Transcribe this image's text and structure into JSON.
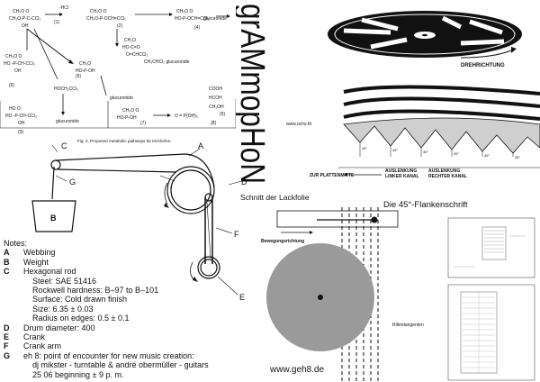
{
  "title": "grAMmopHoN",
  "chem": {
    "caption": "Fig. 2. Proposed metabolic pathways for trichlorfon.",
    "ref": "www.ochs.fd",
    "labels": {
      "glucuronide_1": "glucuronide",
      "glucuronide_2": "glucuronide",
      "glucuronide_3": "glucuronide",
      "n1": "(1)",
      "n2": "(2)",
      "n3": "(3)",
      "n4": "(4)",
      "n5": "(5)",
      "n6": "(6)",
      "n7": "(7)",
      "n8": "(8)",
      "n9": "(9)"
    }
  },
  "record": {
    "direction_label": "DREHRICHTUNG"
  },
  "groove_diagram": {
    "label_center": "ZUR PLATTENMITTE",
    "label_left": "AUSLENKUNG LINKER KANAL",
    "label_right": "AUSLENKUNG RECHTER KANAL",
    "label_left_line1": "AUSLENKUNG",
    "label_left_line2": "LINKER KANAL",
    "label_right_line1": "AUSLENKUNG",
    "label_right_line2": "RECHTER KANAL"
  },
  "lacquer_caption": "Schnitt der Lackfolie",
  "flank_caption": "Die 45°-Flankenschrift",
  "cutter": {
    "motion_label": "Bewegungsrichtung",
    "tangent_label": "Rillentangenten",
    "url": "www.geh8.de"
  },
  "mechanism": {
    "labels": {
      "A": "A",
      "B": "B",
      "C": "C",
      "D": "D",
      "E": "E",
      "F": "F",
      "G": "G"
    }
  },
  "notes": {
    "heading": "Notes:",
    "items": [
      {
        "key": "A",
        "text": "Webbing"
      },
      {
        "key": "B",
        "text": "Weight"
      },
      {
        "key": "C",
        "text": "Hexagonal rod"
      }
    ],
    "rod_details": [
      "Steel: SAE 51416",
      "Rockwell hardness: B–97 to B–101",
      "Surface: Cold drawn finish",
      "Size: 6.35 ± 0.03",
      "Radius on edges: 0.5 ± 0.1"
    ],
    "items2": [
      {
        "key": "D",
        "text": "Drum diameter: 400"
      },
      {
        "key": "E",
        "text": "Crank"
      },
      {
        "key": "F",
        "text": "Crank arm"
      },
      {
        "key": "G",
        "text": "eh 8: point of encounter for new music creation:"
      }
    ],
    "event_lines": [
      "dj mikster - turntable & andré obermüller - guitars",
      "25 06 beginning  ± 9 p. m."
    ]
  },
  "colors": {
    "ink": "#111111",
    "disc_gray": "#9a9a9a",
    "background": "#ffffff"
  }
}
